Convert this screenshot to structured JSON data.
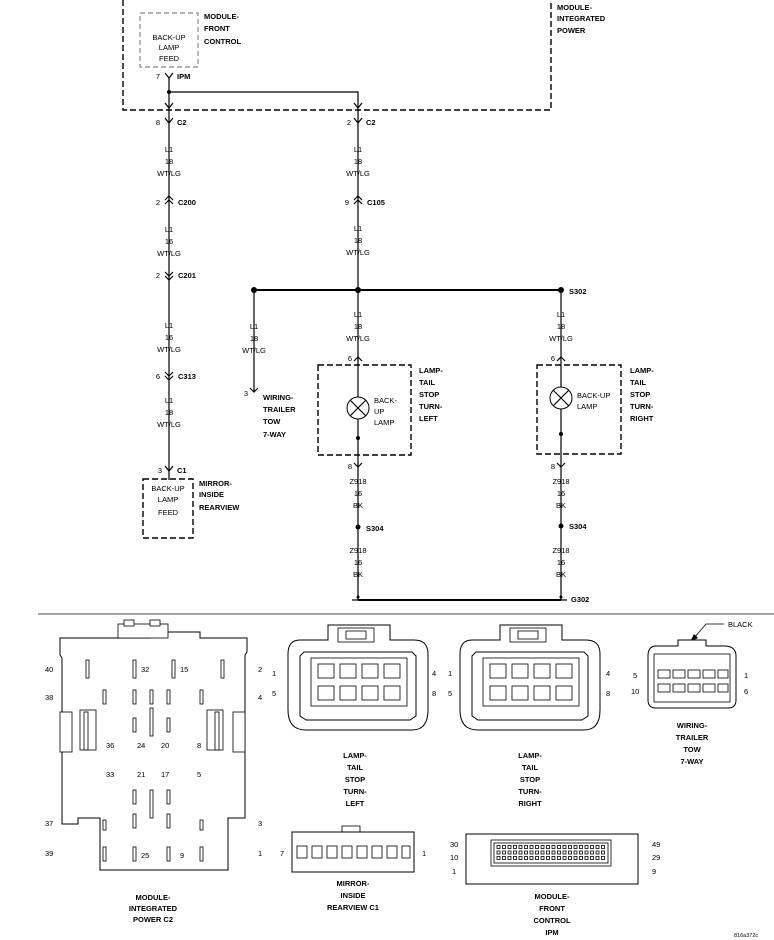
{
  "ipm": {
    "module_lines": [
      "MODULE-",
      "INTEGRATED",
      "POWER"
    ],
    "fc_lines": [
      "MODULE-",
      "FRONT",
      "CONTROL"
    ],
    "feed_lines": [
      "BACK-UP",
      "LAMP",
      "FEED"
    ],
    "pin": "7",
    "pin_label": "IPM"
  },
  "left_branch": {
    "c2_pin": "8",
    "c2": "C2",
    "wire1": [
      "L1",
      "18",
      "WT/LG"
    ],
    "c200_pin": "2",
    "c200": "C200",
    "wire2": [
      "L1",
      "16",
      "WT/LG"
    ],
    "c201_pin": "2",
    "c201": "C201",
    "wire3": [
      "L1",
      "16",
      "WT/LG"
    ],
    "c313_pin": "6",
    "c313": "C313",
    "wire4": [
      "L1",
      "18",
      "WT/LG"
    ],
    "c1_pin": "3",
    "c1": "C1",
    "mirror_feed_lines": [
      "BACK-UP",
      "LAMP",
      "FEED"
    ],
    "mirror_lines": [
      "MIRROR-",
      "INSIDE",
      "REARVIEW"
    ]
  },
  "center_branch": {
    "c2_pin": "2",
    "c2": "C2",
    "wire1": [
      "L1",
      "18",
      "WT/LG"
    ],
    "c105_pin": "9",
    "c105": "C105",
    "wire2": [
      "L1",
      "18",
      "WT/LG"
    ]
  },
  "splice_s302": "S302",
  "trailer_branch": {
    "wire": [
      "L1",
      "18",
      "WT/LG"
    ],
    "pin": "3",
    "label_lines": [
      "WIRING-",
      "TRAILER",
      "TOW",
      "7-WAY"
    ]
  },
  "left_lamp": {
    "wire_in": [
      "L1",
      "18",
      "WT/LG"
    ],
    "pin_in": "6",
    "bulb_lines": [
      "BACK-",
      "UP",
      "LAMP"
    ],
    "label_lines": [
      "LAMP-",
      "TAIL",
      "STOP",
      "TURN-",
      "LEFT"
    ],
    "pin_out": "8",
    "wire_out": [
      "Z918",
      "16",
      "BK"
    ],
    "splice": "S304",
    "wire_gnd": [
      "Z918",
      "16",
      "BK"
    ]
  },
  "right_lamp": {
    "wire_in": [
      "L1",
      "18",
      "WT/LG"
    ],
    "pin_in": "6",
    "bulb_lines": [
      "BACK-UP",
      "LAMP"
    ],
    "label_lines": [
      "LAMP-",
      "TAIL",
      "STOP",
      "TURN-",
      "RIGHT"
    ],
    "pin_out": "8",
    "wire_out": [
      "Z918",
      "16",
      "BK"
    ],
    "splice": "S304",
    "wire_gnd": [
      "Z918",
      "16",
      "BK"
    ]
  },
  "ground": "G302",
  "connector_views": {
    "ipm_c2": {
      "pins": [
        "40",
        "32",
        "15",
        "2",
        "38",
        "4",
        "36",
        "24",
        "20",
        "8",
        "33",
        "21",
        "17",
        "5",
        "37",
        "3",
        "39",
        "25",
        "9",
        "1"
      ],
      "caption": [
        "MODULE-",
        "INTEGRATED",
        "POWER C2"
      ]
    },
    "tail_left": {
      "pins": [
        "1",
        "4",
        "5",
        "8"
      ],
      "caption": [
        "LAMP-",
        "TAIL",
        "STOP",
        "TURN-",
        "LEFT"
      ]
    },
    "tail_right": {
      "pins": [
        "1",
        "4",
        "5",
        "8"
      ],
      "caption": [
        "LAMP-",
        "TAIL",
        "STOP",
        "TURN-",
        "RIGHT"
      ]
    },
    "trailer": {
      "callout": "BLACK",
      "pins": [
        "5",
        "1",
        "10",
        "6"
      ],
      "caption": [
        "WIRING-",
        "TRAILER",
        "TOW",
        "7-WAY"
      ]
    },
    "mirror": {
      "pins": [
        "7",
        "1"
      ],
      "caption": [
        "MIRROR-",
        "INSIDE",
        "REARVIEW C1"
      ]
    },
    "fcm": {
      "pins": [
        "30",
        "49",
        "10",
        "29",
        "1",
        "9"
      ],
      "caption": [
        "MODULE-",
        "FRONT",
        "CONTROL",
        "IPM"
      ]
    }
  },
  "figure_id": "816a372c"
}
